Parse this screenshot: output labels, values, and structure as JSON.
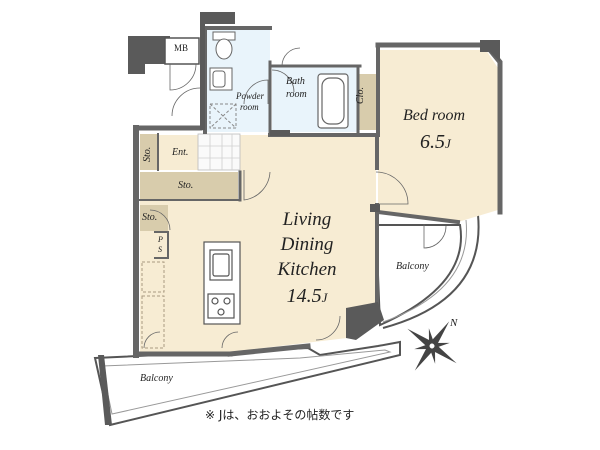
{
  "plan": {
    "rooms": {
      "mb": "MB",
      "powder_room": [
        "Powder",
        "room"
      ],
      "bath_room": [
        "Bath",
        "room"
      ],
      "closet": "Clo.",
      "bedroom": {
        "name": "Bed room",
        "size": "6.5",
        "unit": "J"
      },
      "storage_entrance": "Sto.",
      "entrance": "Ent.",
      "storage_hall": "Sto.",
      "storage_small": "Sto.",
      "pipe_space": [
        "P",
        "S"
      ],
      "ldk": {
        "lines": [
          "Living",
          "Dining",
          "Kitchen"
        ],
        "size": "14.5",
        "unit": "J"
      },
      "balcony_east": "Balcony",
      "balcony_south": "Balcony"
    },
    "compass": "N",
    "note": "※ Jは、おおよその帖数です",
    "colors": {
      "wall": "#6b6b6b",
      "wall_dark": "#5a5a5a",
      "floor_main": "#f7ecd3",
      "floor_water": "#e9f4fb",
      "storage": "#d8ccac",
      "balcony": "#ffffff",
      "line": "#444444"
    }
  }
}
